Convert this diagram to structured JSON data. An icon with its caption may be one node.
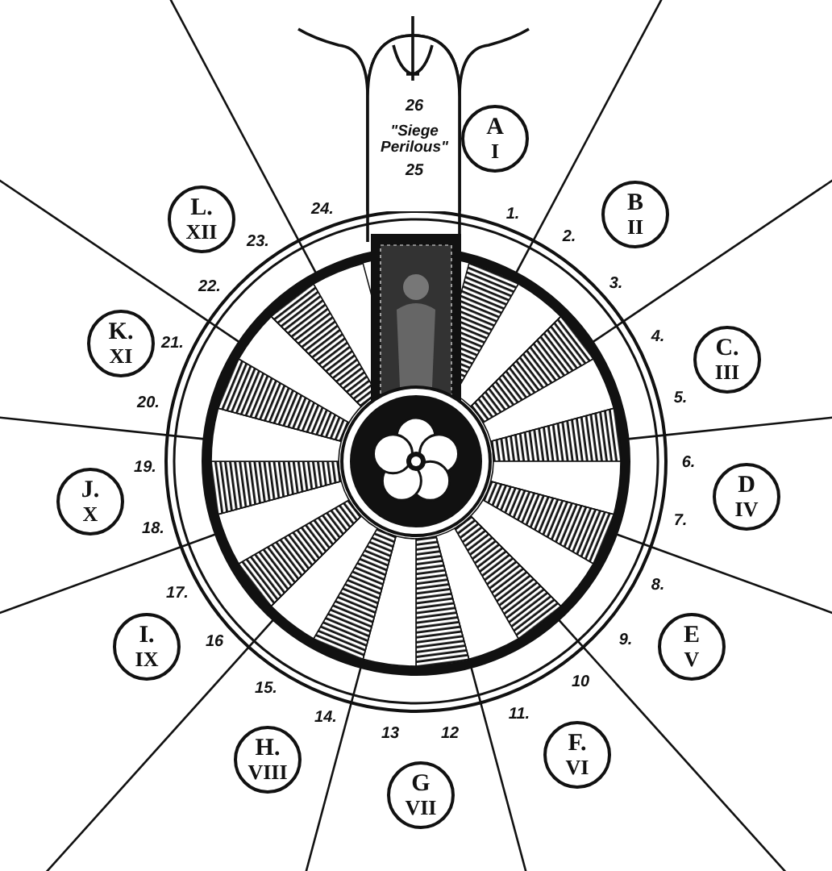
{
  "diagram": {
    "nodes": [
      {
        "text": [
          "A",
          "I"
        ]
      },
      {
        "text": [
          "B",
          "II"
        ]
      },
      {
        "text": [
          "C.",
          "III"
        ]
      },
      {
        "text": [
          "D",
          "IV"
        ]
      },
      {
        "text": [
          "E",
          "V"
        ]
      },
      {
        "text": [
          "F.",
          "VI"
        ]
      },
      {
        "text": [
          "G",
          "VII"
        ]
      },
      {
        "text": [
          "H.",
          "VIII"
        ]
      },
      {
        "text": [
          "I.",
          "IX"
        ]
      },
      {
        "text": [
          "J.",
          "X"
        ]
      },
      {
        "text": [
          "K.",
          "XI"
        ]
      },
      {
        "text": [
          "L.",
          "XII"
        ]
      }
    ],
    "labels": [
      "26",
      "\"Siege Perilous\"",
      "25",
      "1.",
      "2.",
      "3.",
      "4.",
      "5.",
      "6.",
      "7.",
      "8.",
      "9.",
      "10",
      "11.",
      "12",
      "13",
      "14.",
      "15.",
      "16",
      "17.",
      "18.",
      "19.",
      "20.",
      "21.",
      "22.",
      "23.",
      "24."
    ]
  }
}
